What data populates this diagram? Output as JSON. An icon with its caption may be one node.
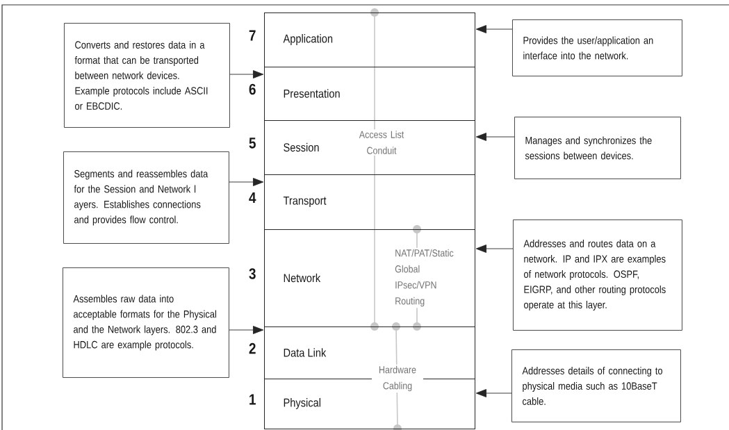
{
  "diagram": {
    "nodes": [
      {
        "text": [
          "Application"
        ],
        "beside": [
          "7"
        ]
      },
      {
        "text": [
          "Presentation"
        ],
        "beside": [
          "6"
        ]
      },
      {
        "text": [
          "Session"
        ],
        "beside": [
          "5"
        ]
      },
      {
        "text": [
          "Transport"
        ],
        "beside": [
          "4"
        ]
      },
      {
        "text": [
          "Network"
        ],
        "beside": [
          "3"
        ]
      },
      {
        "text": [
          "Data Link"
        ],
        "beside": [
          "2"
        ]
      },
      {
        "text": [
          "Physical"
        ],
        "beside": [
          "1"
        ]
      },
      {
        "text": [
          "Converts and restores data in a format that can be transported between network devices. Example protocols include ASCII or EBCDIC."
        ]
      },
      {
        "text": [
          "Segments and reassembles data for the Session and Network l ayers.  Establishes connections and provides flow control."
        ]
      },
      {
        "text": [
          "Assembles raw data into acceptable formats for the Physical and the Network layers. 802.3 and HDLC are example protocols."
        ]
      },
      {
        "text": [
          "Provides the user/application an interface into the network."
        ]
      },
      {
        "text": [
          "Manages and synchronizes the sessions between devices."
        ]
      },
      {
        "text": [
          "Addresses and routes data on a network.  IP and IPX are examples of network protocols. OSPF, EIGRP, and other routing protocols operate at this layer."
        ]
      },
      {
        "text": [
          "Addresses details of connecting to physical media such as 10BaseT cable."
        ]
      }
    ],
    "edges": [
      {
        "from": 7,
        "to": 1,
        "arrow": "to"
      },
      {
        "from": 8,
        "to": 3,
        "arrow": "to"
      },
      {
        "from": 9,
        "to": 5,
        "arrow": "to"
      },
      {
        "from": 10,
        "to": 0,
        "arrow": "to"
      },
      {
        "from": 11,
        "to": 2,
        "arrow": "to"
      },
      {
        "from": 12,
        "to": 4,
        "arrow": "to"
      },
      {
        "from": 13,
        "to": 6,
        "arrow": "to"
      }
    ],
    "labels": [
      "Access List Conduit",
      "NAT/PAT/Static Global IPsec/VPN Routing",
      "Hardware Cabling"
    ]
  }
}
